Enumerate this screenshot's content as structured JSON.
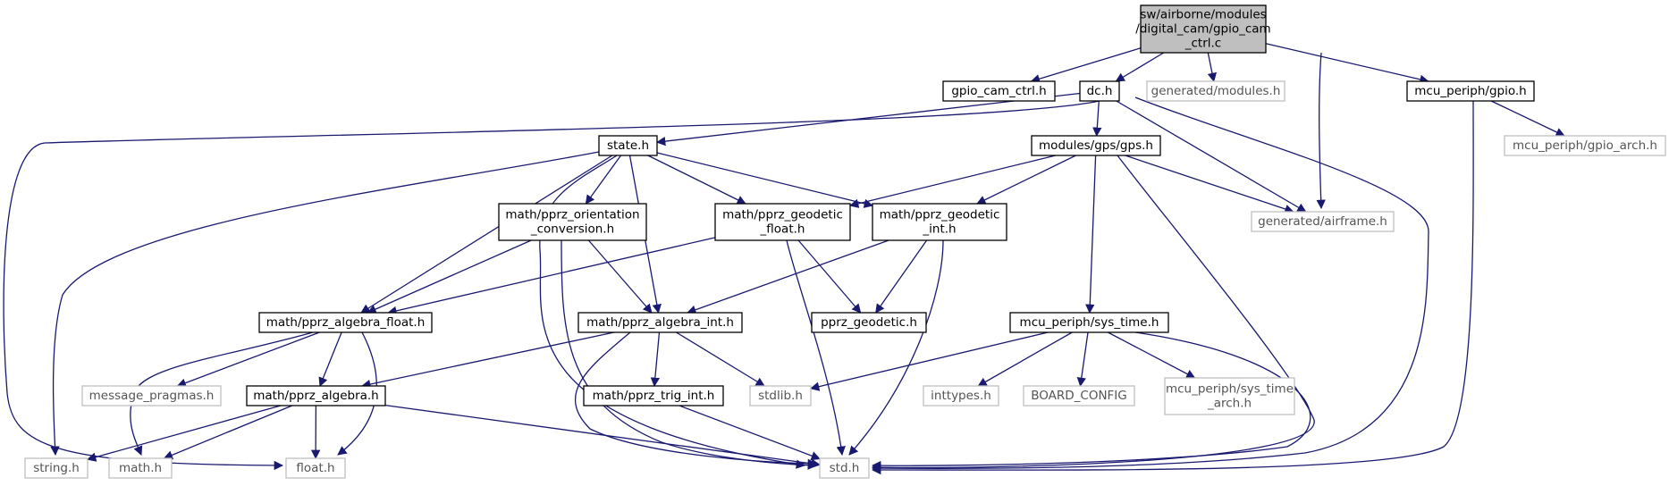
{
  "graph": {
    "edge_color": "#191970",
    "nodes": [
      {
        "id": "root",
        "lines": [
          "sw/airborne/modules",
          "/digital_cam/gpio_cam",
          "_ctrl.c"
        ],
        "kind": "root"
      },
      {
        "id": "gpio_cam_ctrl_h",
        "lines": [
          "gpio_cam_ctrl.h"
        ],
        "kind": "normal"
      },
      {
        "id": "dc_h",
        "lines": [
          "dc.h"
        ],
        "kind": "normal"
      },
      {
        "id": "generated_modules_h",
        "lines": [
          "generated/modules.h"
        ],
        "kind": "ext"
      },
      {
        "id": "mcu_periph_gpio_h",
        "lines": [
          "mcu_periph/gpio.h"
        ],
        "kind": "normal"
      },
      {
        "id": "mcu_periph_gpio_arch_h",
        "lines": [
          "mcu_periph/gpio_arch.h"
        ],
        "kind": "ext"
      },
      {
        "id": "state_h",
        "lines": [
          "state.h"
        ],
        "kind": "normal"
      },
      {
        "id": "modules_gps_gps_h",
        "lines": [
          "modules/gps/gps.h"
        ],
        "kind": "normal"
      },
      {
        "id": "generated_airframe_h",
        "lines": [
          "generated/airframe.h"
        ],
        "kind": "ext"
      },
      {
        "id": "math_pprz_orientation_conversion_h",
        "lines": [
          "math/pprz_orientation",
          "_conversion.h"
        ],
        "kind": "normal"
      },
      {
        "id": "math_pprz_geodetic_float_h",
        "lines": [
          "math/pprz_geodetic",
          "_float.h"
        ],
        "kind": "normal"
      },
      {
        "id": "math_pprz_geodetic_int_h",
        "lines": [
          "math/pprz_geodetic",
          "_int.h"
        ],
        "kind": "normal"
      },
      {
        "id": "math_pprz_algebra_float_h",
        "lines": [
          "math/pprz_algebra_float.h"
        ],
        "kind": "normal"
      },
      {
        "id": "math_pprz_algebra_int_h",
        "lines": [
          "math/pprz_algebra_int.h"
        ],
        "kind": "normal"
      },
      {
        "id": "pprz_geodetic_h",
        "lines": [
          "pprz_geodetic.h"
        ],
        "kind": "normal"
      },
      {
        "id": "mcu_periph_sys_time_h",
        "lines": [
          "mcu_periph/sys_time.h"
        ],
        "kind": "normal"
      },
      {
        "id": "message_pragmas_h",
        "lines": [
          "message_pragmas.h"
        ],
        "kind": "ext"
      },
      {
        "id": "math_pprz_algebra_h",
        "lines": [
          "math/pprz_algebra.h"
        ],
        "kind": "normal"
      },
      {
        "id": "math_pprz_trig_int_h",
        "lines": [
          "math/pprz_trig_int.h"
        ],
        "kind": "normal"
      },
      {
        "id": "stdlib_h",
        "lines": [
          "stdlib.h"
        ],
        "kind": "ext"
      },
      {
        "id": "inttypes_h",
        "lines": [
          "inttypes.h"
        ],
        "kind": "ext"
      },
      {
        "id": "board_config",
        "lines": [
          "BOARD_CONFIG"
        ],
        "kind": "ext"
      },
      {
        "id": "mcu_periph_sys_time_arch_h",
        "lines": [
          "mcu_periph/sys_time",
          "_arch.h"
        ],
        "kind": "ext"
      },
      {
        "id": "string_h",
        "lines": [
          "string.h"
        ],
        "kind": "ext"
      },
      {
        "id": "math_h",
        "lines": [
          "math.h"
        ],
        "kind": "ext"
      },
      {
        "id": "float_h",
        "lines": [
          "float.h"
        ],
        "kind": "ext"
      },
      {
        "id": "std_h",
        "lines": [
          "std.h"
        ],
        "kind": "ext"
      }
    ],
    "edges": [
      {
        "from": "root",
        "to": "gpio_cam_ctrl_h"
      },
      {
        "from": "root",
        "to": "dc_h"
      },
      {
        "from": "root",
        "to": "generated_modules_h"
      },
      {
        "from": "root",
        "to": "generated_airframe_h"
      },
      {
        "from": "root",
        "to": "mcu_periph_gpio_h"
      },
      {
        "from": "dc_h",
        "to": "state_h"
      },
      {
        "from": "dc_h",
        "to": "modules_gps_gps_h"
      },
      {
        "from": "dc_h",
        "to": "generated_airframe_h"
      },
      {
        "from": "dc_h",
        "to": "float_h"
      },
      {
        "from": "dc_h",
        "to": "std_h"
      },
      {
        "from": "mcu_periph_gpio_h",
        "to": "mcu_periph_gpio_arch_h"
      },
      {
        "from": "mcu_periph_gpio_h",
        "to": "std_h"
      },
      {
        "from": "state_h",
        "to": "math_pprz_orientation_conversion_h"
      },
      {
        "from": "state_h",
        "to": "math_pprz_geodetic_float_h"
      },
      {
        "from": "state_h",
        "to": "math_pprz_geodetic_int_h"
      },
      {
        "from": "state_h",
        "to": "math_pprz_algebra_float_h"
      },
      {
        "from": "state_h",
        "to": "math_pprz_algebra_int_h"
      },
      {
        "from": "state_h",
        "to": "string_h"
      },
      {
        "from": "state_h",
        "to": "std_h"
      },
      {
        "from": "modules_gps_gps_h",
        "to": "math_pprz_geodetic_float_h"
      },
      {
        "from": "modules_gps_gps_h",
        "to": "math_pprz_geodetic_int_h"
      },
      {
        "from": "modules_gps_gps_h",
        "to": "generated_airframe_h"
      },
      {
        "from": "modules_gps_gps_h",
        "to": "mcu_periph_sys_time_h"
      },
      {
        "from": "modules_gps_gps_h",
        "to": "std_h"
      },
      {
        "from": "math_pprz_orientation_conversion_h",
        "to": "math_pprz_algebra_float_h"
      },
      {
        "from": "math_pprz_orientation_conversion_h",
        "to": "math_pprz_algebra_int_h"
      },
      {
        "from": "math_pprz_orientation_conversion_h",
        "to": "std_h"
      },
      {
        "from": "math_pprz_geodetic_float_h",
        "to": "math_pprz_algebra_float_h"
      },
      {
        "from": "math_pprz_geodetic_float_h",
        "to": "pprz_geodetic_h"
      },
      {
        "from": "math_pprz_geodetic_float_h",
        "to": "std_h"
      },
      {
        "from": "math_pprz_geodetic_int_h",
        "to": "math_pprz_algebra_int_h"
      },
      {
        "from": "math_pprz_geodetic_int_h",
        "to": "pprz_geodetic_h"
      },
      {
        "from": "math_pprz_geodetic_int_h",
        "to": "std_h"
      },
      {
        "from": "math_pprz_algebra_float_h",
        "to": "message_pragmas_h"
      },
      {
        "from": "math_pprz_algebra_float_h",
        "to": "math_pprz_algebra_h"
      },
      {
        "from": "math_pprz_algebra_float_h",
        "to": "math_h"
      },
      {
        "from": "math_pprz_algebra_float_h",
        "to": "float_h"
      },
      {
        "from": "math_pprz_algebra_int_h",
        "to": "math_pprz_algebra_h"
      },
      {
        "from": "math_pprz_algebra_int_h",
        "to": "math_pprz_trig_int_h"
      },
      {
        "from": "math_pprz_algebra_int_h",
        "to": "stdlib_h"
      },
      {
        "from": "math_pprz_algebra_int_h",
        "to": "std_h"
      },
      {
        "from": "math_pprz_algebra_h",
        "to": "string_h"
      },
      {
        "from": "math_pprz_algebra_h",
        "to": "math_h"
      },
      {
        "from": "math_pprz_algebra_h",
        "to": "float_h"
      },
      {
        "from": "math_pprz_algebra_h",
        "to": "std_h"
      },
      {
        "from": "math_pprz_trig_int_h",
        "to": "std_h"
      },
      {
        "from": "mcu_periph_sys_time_h",
        "to": "stdlib_h"
      },
      {
        "from": "mcu_periph_sys_time_h",
        "to": "inttypes_h"
      },
      {
        "from": "mcu_periph_sys_time_h",
        "to": "board_config"
      },
      {
        "from": "mcu_periph_sys_time_h",
        "to": "mcu_periph_sys_time_arch_h"
      },
      {
        "from": "mcu_periph_sys_time_h",
        "to": "std_h"
      }
    ]
  }
}
